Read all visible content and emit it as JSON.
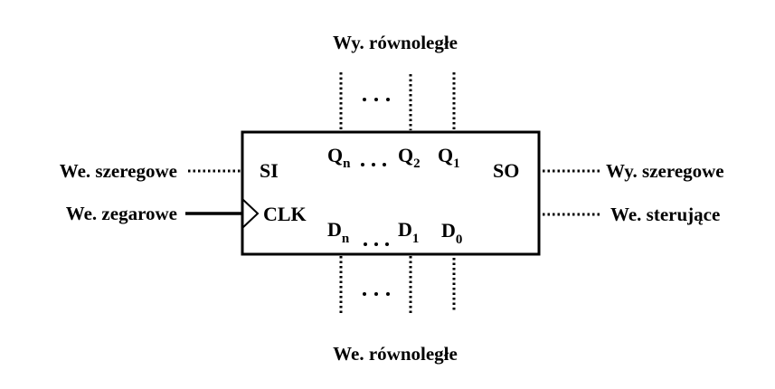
{
  "diagram": {
    "title_top": "Wy. równoległe",
    "title_bottom": "We. równoległe",
    "left": {
      "serial_input": "We. szeregowe",
      "clock_input": "We. zegarowe"
    },
    "right": {
      "serial_output": "Wy. szeregowe",
      "control_input": "We. sterujące"
    },
    "block": {
      "si": "SI",
      "so": "SO",
      "clk": "CLK",
      "outputs": [
        {
          "base": "Q",
          "sub": "n"
        },
        {
          "base": "Q",
          "sub": "2"
        },
        {
          "base": "Q",
          "sub": "1"
        }
      ],
      "inputs": [
        {
          "base": "D",
          "sub": "n"
        },
        {
          "base": "D",
          "sub": "1"
        },
        {
          "base": "D",
          "sub": "0"
        }
      ],
      "ellipsis": "..."
    },
    "ellipsis": "..."
  },
  "colors": {
    "stroke": "#000000",
    "background": "#ffffff"
  }
}
